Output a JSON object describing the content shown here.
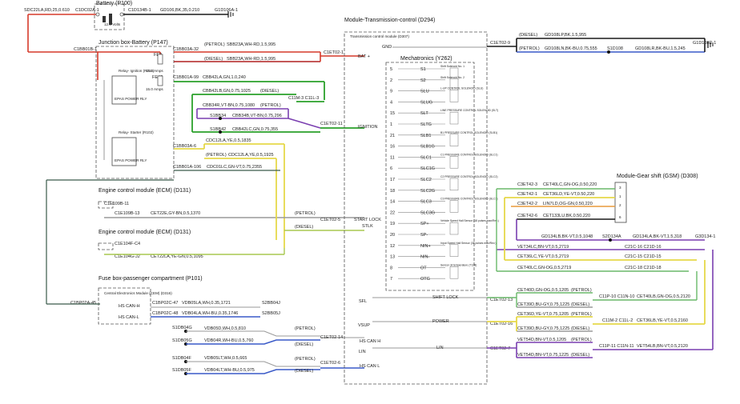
{
  "battery": {
    "title": "Battery (P100)",
    "c1": "SDC22LA,RD,25,0.610",
    "c2": "C1DC02A-1",
    "c3": "C1D134B-1",
    "c4": "GD106,BK,35,0.210",
    "c5": "G1D106A-1",
    "volt": "12.0 Volts"
  },
  "junction": {
    "title": "Junction box-Battery (P147)",
    "c1": "C1BB01B-1",
    "fe2": "FE2",
    "fe42": "FE42",
    "amp1": "15.0 Amps",
    "amp2": "15.0 Amps",
    "rly1": "Relay-\nIgnition (R211)",
    "rly2": "Relay-\nStarter (R102)",
    "epas1": "EPAS POWER RLY",
    "epas2": "EPAS POWER RLY",
    "c_a32": "C1BB03A-32",
    "w_petrol1": "(PETROL)",
    "w_sbb23": "SBB23A,WH-RD,1.5,995",
    "w_diesel1": "(DIESEL)",
    "w_sbb23b": "SBB23A,WH-RD,1.5,995",
    "c_a99": "C1BB01A-99",
    "w_cbb42": "CBB42LA,GN,1.0,240",
    "w_cbb42b": "CBB42LB,GN,0.75,1025",
    "w_diesel2": "(DIESEL)",
    "w_cbb34": "CBB34R,VT-BN,0.75,1080",
    "w_petrol2": "(PETROL)",
    "c_c11": "C11M-3 C11L-3",
    "s1b34": "S1BB34",
    "w_cbb34b": "CBB34B,VT-BN,0.75,296",
    "s1b42": "S1BB42",
    "w_cbb42c": "CBB42LC,GN,0.75,355",
    "w_cdc12a": "CDC12LA,YE,0.5,1835",
    "c_a6": "C1BB03A-6",
    "w_petrol3": "(PETROL)",
    "w_cdc12b": "CDC12LA,YE,0.5,1925",
    "c_a106": "C1BB01A-106",
    "w_cdc01": "CDC01LC,GN-VT,0.75,2355"
  },
  "ecm1": {
    "title": "Engine control module (ECM) (D131)",
    "c1": "C1E109B-11",
    "c2": "C1E109B-13",
    "wire": "CET22E,GY-BN,0.5,1370",
    "tag": "(PETROL)"
  },
  "ecm2": {
    "title": "Engine control module (ECM) (D131)",
    "c1": "C1E104F-C4",
    "c2": "C1E104G-J2",
    "wire": "CET22LA,YE-GN,0.5,1095",
    "tag": "(DIESEL)"
  },
  "fusebox": {
    "title": "Fuse box-passenger compartment (P101)",
    "cem": "Central Electronics Module (CEM) (D316)",
    "c1": "C1BP02A-45",
    "c2": "C1BP02C-47",
    "c3": "C1BP02C-48",
    "hsh": "HS CAN-H",
    "hsl": "HS CAN-L",
    "w1": "VDB05LA,WH,0.35,1721",
    "w2": "VDB04LA,WH-BU,0.35,1746",
    "s1": "S2BB04J",
    "s2": "S2BB05J"
  },
  "can": {
    "s1": "S1DB04G",
    "s2": "S1DB05G",
    "s3": "S1DB04F",
    "s4": "S1DB05F",
    "w1": "VDB05D,WH,0.5,810",
    "w2": "VDB04R,WH-BU,0.5,760",
    "w3": "VDB05LT,WH,0.5,665",
    "w4": "VDB04LT,WH-BU,0.5,975",
    "p1": "(PETROL)",
    "d1": "(DIESEL)",
    "p2": "(PETROL)",
    "d2": "(DIESEL)",
    "c14": "C1ET02-14",
    "c6": "C1ET02-6"
  },
  "tcm": {
    "title": "Module-Transmission-control (D294)",
    "sub": "Transmission control module (D307)",
    "gnd": "GND",
    "bat": "BAT +",
    "ign": "IGNITION",
    "start": "START LOCK",
    "stlk": "STLK",
    "sfl": "SFL",
    "vsup": "VSUP",
    "lin": "LIN",
    "hsh": "HS CAN H",
    "hsl": "HS CAN L",
    "c1": "C1ET02-1",
    "c11": "C1ET02-11",
    "c5": "C1ET02-5",
    "c9": "C1ET02-9",
    "c13": "C1ET02-13",
    "c16": "C1ET02-16",
    "c7": "C1ET02-7",
    "shiftlock": "SHIFT LOCK",
    "power": "POWER",
    "linlbl": "LIN"
  },
  "mech": {
    "title": "Mechatronics (Y262)",
    "pins": [
      {
        "n": "5",
        "l": "S1",
        "d": "Shift Solenoid No. 1"
      },
      {
        "n": "2",
        "l": "S2",
        "d": "Shift Solenoid No. 2"
      },
      {
        "n": "9",
        "l": "SLU",
        "d": "L-UP CONTROL SOLENOID (SLU)"
      },
      {
        "n": "4",
        "l": "SLUG",
        "d": ""
      },
      {
        "n": "15",
        "l": "SLT",
        "d": "LINE PRESSURE CONTROL SOLENOID (SLT)"
      },
      {
        "n": "1",
        "l": "SLTG",
        "d": ""
      },
      {
        "n": "21",
        "l": "SLB1",
        "d": "B1 PRESSURE CONTROL SOLENOID (SLB1)"
      },
      {
        "n": "16",
        "l": "SLB1G",
        "d": ""
      },
      {
        "n": "11",
        "l": "SLC1",
        "d": "C1 PRESSURE CONTROL SOLENOID (SLC1)"
      },
      {
        "n": "6",
        "l": "SLC1G",
        "d": ""
      },
      {
        "n": "17",
        "l": "SLC2",
        "d": "C2 PRESSURE CONTROL SOLENOID (SLC2)"
      },
      {
        "n": "18",
        "l": "SLC2G",
        "d": ""
      },
      {
        "n": "14",
        "l": "SLC3",
        "d": "C3 PRESSURE CONTROL SOLENOID (SLC3)"
      },
      {
        "n": "22",
        "l": "SLC3G",
        "d": ""
      },
      {
        "n": "19",
        "l": "SP+",
        "d": "Vehicle Speed Hall Sensor (18 pulses max/Rev.)"
      },
      {
        "n": "20",
        "l": "SP-",
        "d": ""
      },
      {
        "n": "12",
        "l": "NIN+",
        "d": "Input Speed Hall Sensor (36 pulses max/Rev.)"
      },
      {
        "n": "13",
        "l": "NIN-",
        "d": ""
      },
      {
        "n": "8",
        "l": "OT",
        "d": "Sensor oil temperature (T128)"
      },
      {
        "n": "7",
        "l": "OTG",
        "d": ""
      }
    ]
  },
  "gnd": {
    "d1": "(DIESEL)",
    "w1": "GD108LP,BK,1.5,955",
    "p1": "(PETROL)",
    "w2": "GD108LN,BK-BU,0.75,555",
    "s": "S1D108",
    "w3": "GD108LR,BK-BU,1.5,245",
    "g": "G1D108D-1"
  },
  "gsm": {
    "title": "Module-Gear shift (GSM) (D308)",
    "pins": [
      "3",
      "1",
      "2",
      "6"
    ],
    "c1": "C3ET42-3",
    "w1": "CET40LC,GN-OG,0.50,220",
    "c2": "C3ET42-1",
    "w2": "CET36LD,YE-VT,0.50,220",
    "c3": "C3ET42-2",
    "w3": "LIN7LD,OG-GN,0.50,220",
    "c4": "C3ET42-6",
    "w4": "CET133LU,BK,0.50,220",
    "w5": "GD134LB,BK-VT,0.5,1048",
    "s": "S2D134A",
    "w6": "GD134LA,BK-VT,1.5,318",
    "g": "G3D134-1",
    "w7": "VET34LC,BN-VT,0.5,2719",
    "c7": "C21C-16 C21D-16",
    "w8": "CET36LC,YE-VT,0.5,2719",
    "c8": "C21C-15 C21D-15",
    "w9": "CET40LC,GN-OG,0.5,2719",
    "c9": "C21C-18 C21D-18"
  },
  "right": {
    "w1": "CET40D,GN-OG,0.5,1205",
    "p1": "(PETROL)",
    "c1": "C11P-10 C11N-10",
    "w2": "CET40LB,GN-OG,0.5,2120",
    "w3": "CET39D,BU-GY,0.75,1225",
    "d1": "(DIESEL)",
    "w4": "CET36D,YE-VT,0.75,1205",
    "p2": "(PETROL)",
    "c2": "C11M-2 C11L-2",
    "w5": "CET36LB,YE-VT,0.5,2160",
    "w6": "CET39D,BU-GY,0.75,1225",
    "d2": "(DIESEL)",
    "w7": "VET54D,BN-VT,0.5,1205",
    "p3": "(PETROL)",
    "c3": "C11P-11 C11N-11",
    "w8": "VET54LB,BN-VT,0.5,2120",
    "w9": "VET54D,BN-VT,0.75,1225",
    "d3": "(DIESEL)"
  },
  "colors": {
    "bk": "#1a1a1a",
    "rd": "#d63a2a",
    "gn": "#2aa02a",
    "vt": "#7a3fb0",
    "ye": "#e6d84a"
  }
}
